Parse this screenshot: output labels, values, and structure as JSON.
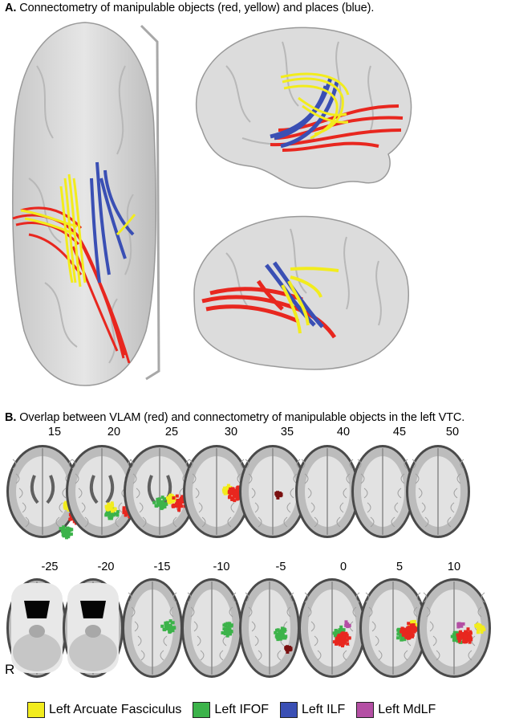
{
  "panel_a": {
    "letter": "A.",
    "caption": " Connectometry of manipulable objects (red, yellow) and places (blue)."
  },
  "panel_b": {
    "letter": "B.",
    "caption": " Overlap between VLAM (red) and connectometry of manipulable objects in the left VTC."
  },
  "row1_labels": [
    "15",
    "20",
    "25",
    "30",
    "35",
    "40",
    "45",
    "50"
  ],
  "row2_labels": [
    "-25",
    "-20",
    "-15",
    "-10",
    "-5",
    "0",
    "5",
    "10"
  ],
  "side_marker": "R",
  "legend": [
    {
      "label": "Left Arcuate Fasciculus",
      "color": "#f2ec1d"
    },
    {
      "label": "Left IFOF",
      "color": "#3cb34a"
    },
    {
      "label": "Left ILF",
      "color": "#3a4fb4"
    },
    {
      "label": "Left MdLF",
      "color": "#b44fa4"
    }
  ],
  "colors": {
    "tract_red": "#e8271f",
    "tract_yellow": "#f2ec1d",
    "tract_blue": "#3a4fb4",
    "glass_brain": "#d6d6d6"
  }
}
